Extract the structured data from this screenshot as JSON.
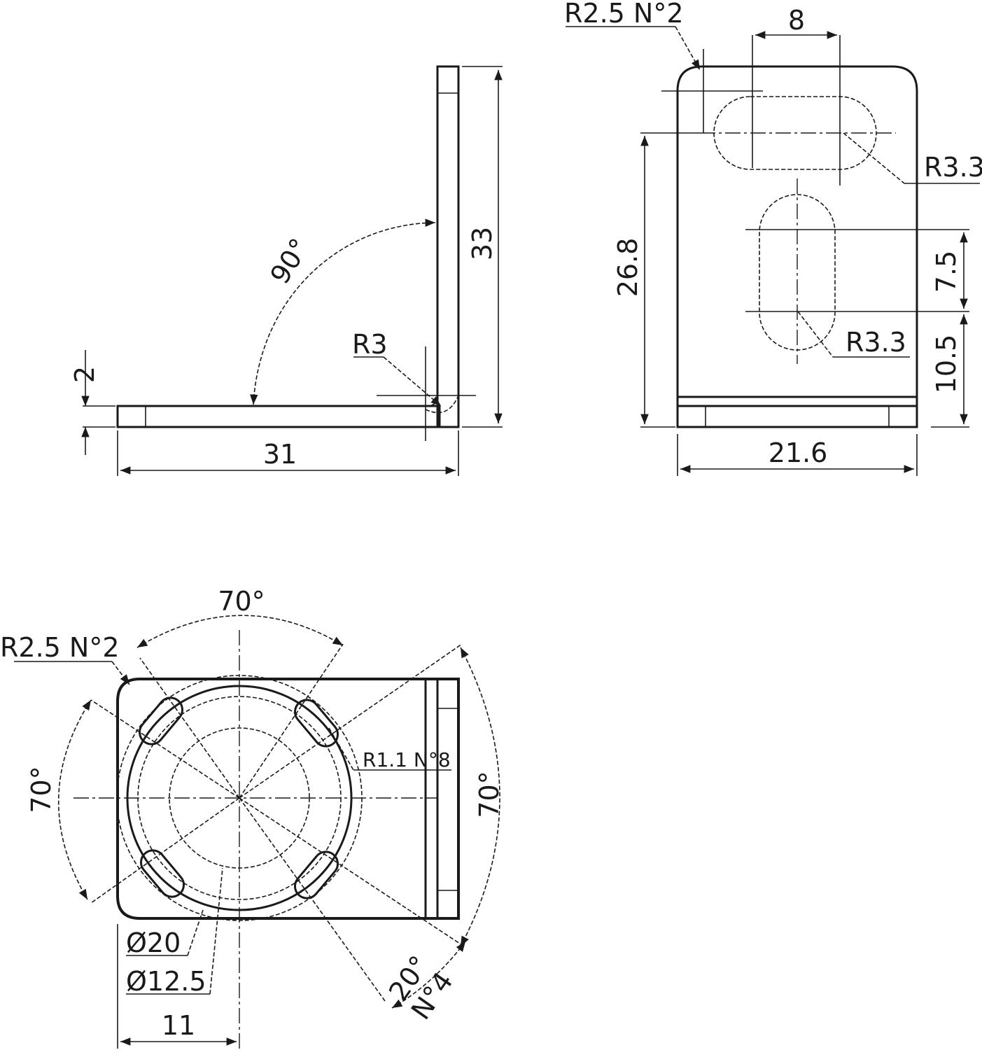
{
  "side_view": {
    "thickness": "2",
    "angle": "90°",
    "bend_radius": "R3",
    "height": "33",
    "length": "31"
  },
  "front_view": {
    "corner_radius": "R2.5 N°2",
    "slot_width": "8",
    "slot_radius_top": "R3.3",
    "slot_radius_lower": "R3.3",
    "overall_height": "26.8",
    "slot_length": "7.5",
    "slot_offset": "10.5",
    "width": "21.6"
  },
  "bottom_view": {
    "angle_top": "70°",
    "corner_radius": "R2.5 N°2",
    "slot_radius": "R1.1 N°8",
    "angle_left": "70°",
    "angle_right": "70°",
    "diameter_outer": "Ø20",
    "diameter_inner": "Ø12.5",
    "slot_angle": "20°",
    "slot_count": "N°4",
    "offset": "11"
  }
}
